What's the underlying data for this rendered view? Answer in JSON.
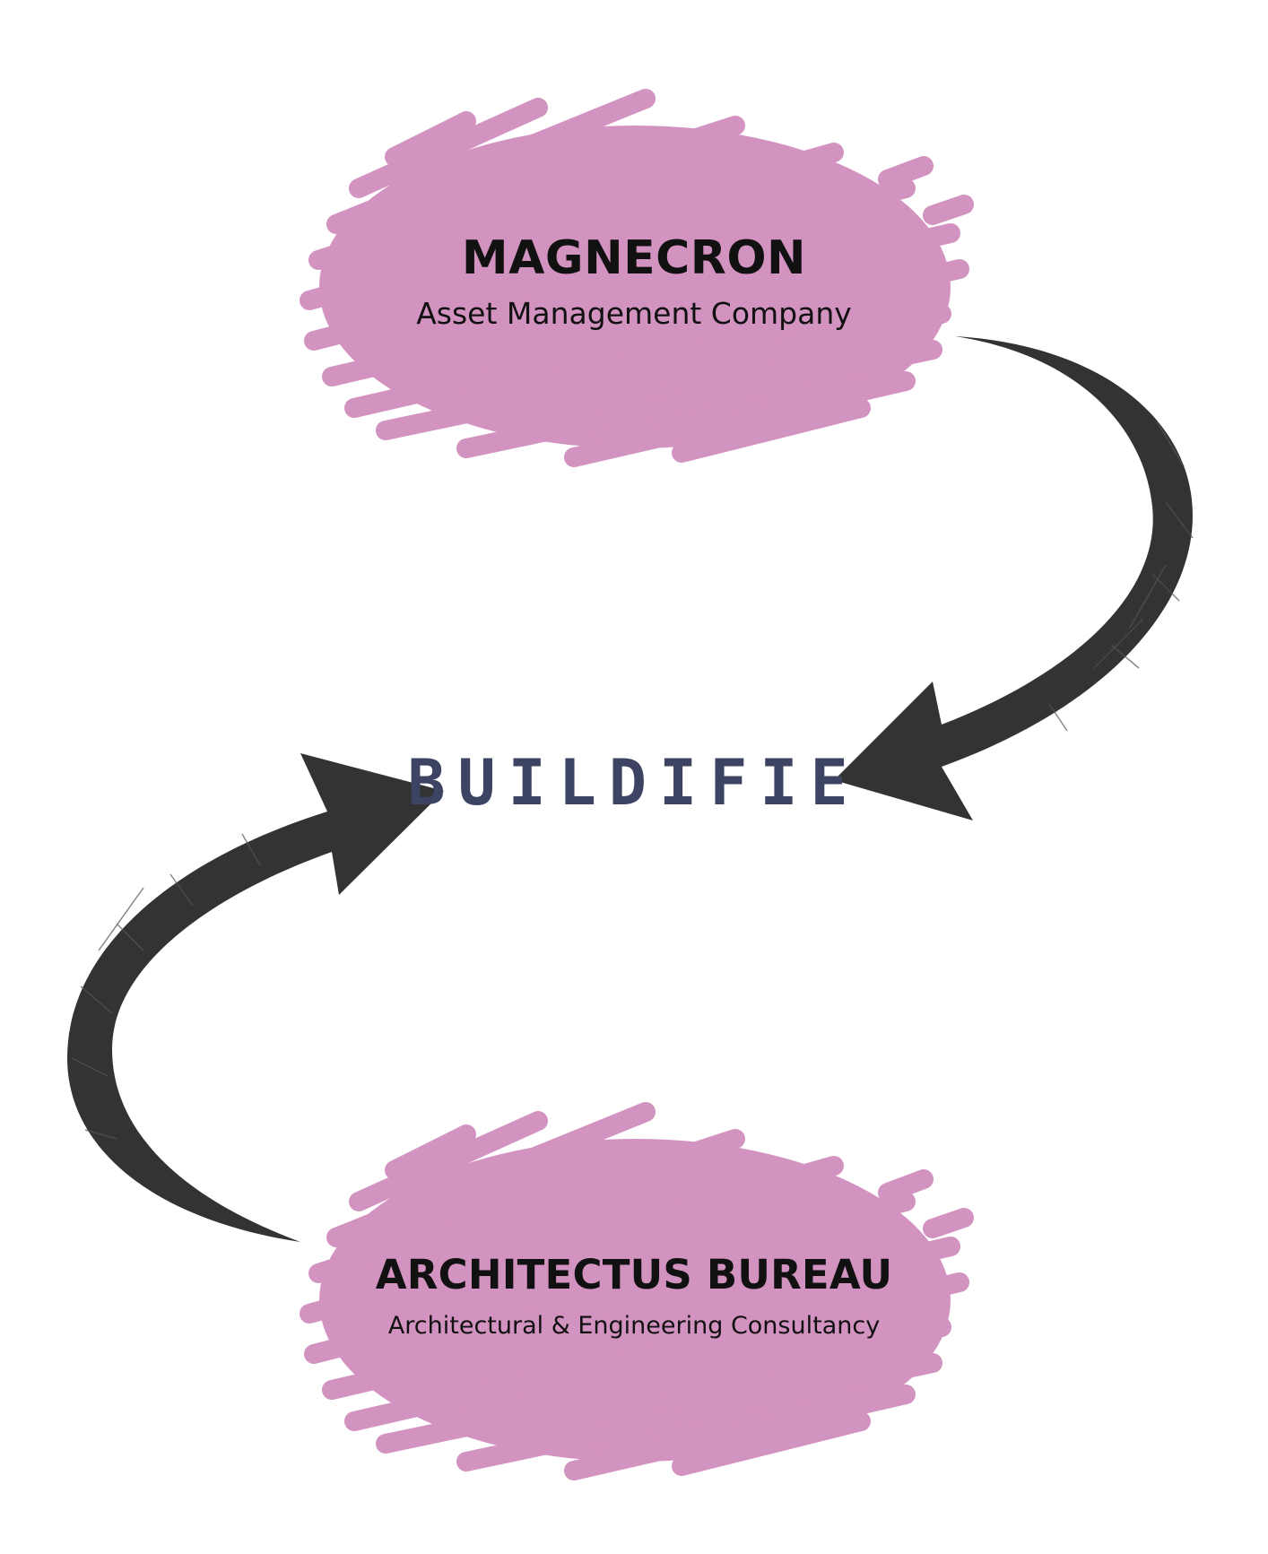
{
  "diagram": {
    "top_node": {
      "title": "MAGNECRON",
      "subtitle": "Asset Management Company",
      "fill_color": "#d393c1"
    },
    "center_node": {
      "label": "BUILDIFIE",
      "color": "#3d4463"
    },
    "bottom_node": {
      "title": "ARCHITECTUS BUREAU",
      "subtitle": "Architectural & Engineering Consultancy",
      "fill_color": "#d393c1"
    },
    "arrows": [
      {
        "from": "MAGNECRON",
        "to": "BUILDIFIE",
        "color": "#333333"
      },
      {
        "from": "ARCHITECTUS BUREAU",
        "to": "BUILDIFIE",
        "color": "#333333"
      }
    ]
  }
}
